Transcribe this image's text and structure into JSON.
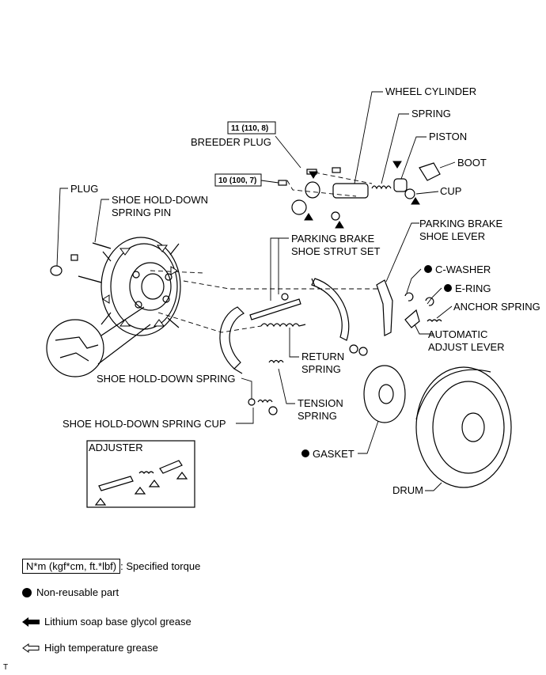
{
  "labels": {
    "wheel_cylinder": "WHEEL CYLINDER",
    "spring": "SPRING",
    "piston": "PISTON",
    "boot": "BOOT",
    "cup": "CUP",
    "breeder_plug": "BREEDER PLUG",
    "plug": "PLUG",
    "shoe_hold_down_spring_pin_1": "SHOE HOLD-DOWN",
    "shoe_hold_down_spring_pin_2": "SPRING PIN",
    "parking_brake_strut_1": "PARKING BRAKE",
    "parking_brake_strut_2": "SHOE STRUT SET",
    "parking_brake_lever_1": "PARKING BRAKE",
    "parking_brake_lever_2": "SHOE LEVER",
    "c_washer": "C-WASHER",
    "e_ring": "E-RING",
    "anchor_spring": "ANCHOR SPRING",
    "automatic_adjust_lever_1": "AUTOMATIC",
    "automatic_adjust_lever_2": "ADJUST LEVER",
    "return_spring_1": "RETURN",
    "return_spring_2": "SPRING",
    "shoe_hold_down_spring": "SHOE HOLD-DOWN SPRING",
    "tension_spring_1": "TENSION",
    "tension_spring_2": "SPRING",
    "shoe_hold_down_spring_cup": "SHOE HOLD-DOWN SPRING CUP",
    "gasket": "GASKET",
    "drum": "DRUM",
    "adjuster": "ADJUSTER"
  },
  "torques": {
    "breeder_plug": "11 (110, 8)",
    "bolt": "10 (100, 7)"
  },
  "legend": {
    "torque_box": "N*m (kgf*cm, ft.*lbf)",
    "torque_desc": ": Specified torque",
    "non_reusable": "Non-reusable part",
    "lithium": "Lithium soap base glycol grease",
    "high_temp": "High temperature grease"
  },
  "corner_mark": "T"
}
